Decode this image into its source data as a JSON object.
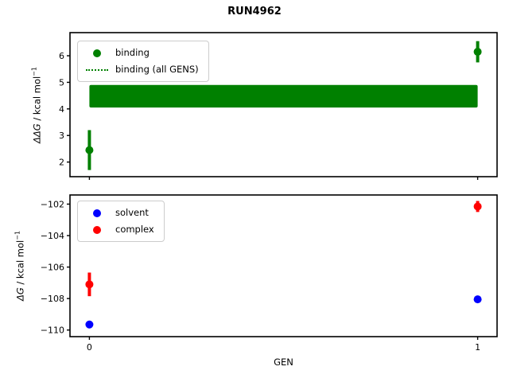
{
  "figure": {
    "title": "RUN4962",
    "xlabel": "GEN",
    "background": "#ffffff"
  },
  "top_plot": {
    "ylabel": {
      "math": "ΔΔG",
      "rest": " / kcal mol",
      "sup": "−1"
    },
    "legend": [
      {
        "label": "binding",
        "marker": "dot",
        "color": "#008000"
      },
      {
        "label": "binding (all GENS)",
        "marker": "dotted-line",
        "color": "#008000"
      }
    ]
  },
  "bottom_plot": {
    "ylabel": {
      "math": "ΔG",
      "rest": " / kcal mol",
      "sup": "−1"
    },
    "legend": [
      {
        "label": "solvent",
        "marker": "dot",
        "color": "#0000ff"
      },
      {
        "label": "complex",
        "marker": "dot",
        "color": "#ff0000"
      }
    ]
  },
  "chart_data": [
    {
      "type": "scatter",
      "subplot": "top",
      "title": "RUN4962",
      "ylabel": "ΔΔG / kcal mol⁻¹",
      "xlabel": "",
      "x": [
        0,
        1
      ],
      "xlim": [
        -0.05,
        1.05
      ],
      "ylim": [
        1.45,
        6.87
      ],
      "yticks": [
        2,
        3,
        4,
        5,
        6
      ],
      "yticklabels": [
        "2",
        "3",
        "4",
        "5",
        "6"
      ],
      "xticks": [
        0,
        1
      ],
      "xticklabels": [
        "",
        ""
      ],
      "grid": false,
      "legend_position": "upper left",
      "series": [
        {
          "name": "binding",
          "color": "#008000",
          "marker": "o",
          "y": [
            2.45,
            6.15
          ],
          "yerr": [
            0.75,
            0.4
          ]
        }
      ],
      "band": {
        "label": "binding (all GENS)",
        "color": "#008000",
        "linestyle": "dotted",
        "x_range": [
          0,
          1
        ],
        "y_low": 4.05,
        "y_high": 4.9
      }
    },
    {
      "type": "scatter",
      "subplot": "bottom",
      "title": "",
      "ylabel": "ΔG / kcal mol⁻¹",
      "xlabel": "GEN",
      "x": [
        0,
        1
      ],
      "xlim": [
        -0.05,
        1.05
      ],
      "ylim": [
        -110.42,
        -101.42
      ],
      "yticks": [
        -102,
        -104,
        -106,
        -108,
        -110
      ],
      "yticklabels": [
        "−102",
        "−104",
        "−106",
        "−108",
        "−110"
      ],
      "xticks": [
        0,
        1
      ],
      "xticklabels": [
        "0",
        "1"
      ],
      "grid": false,
      "legend_position": "upper left",
      "series": [
        {
          "name": "solvent",
          "color": "#0000ff",
          "marker": "o",
          "y": [
            -109.65,
            -108.05
          ],
          "yerr": [
            0.05,
            0.05
          ]
        },
        {
          "name": "complex",
          "color": "#ff0000",
          "marker": "o",
          "y": [
            -107.1,
            -102.15
          ],
          "yerr": [
            0.75,
            0.35
          ]
        }
      ]
    }
  ]
}
